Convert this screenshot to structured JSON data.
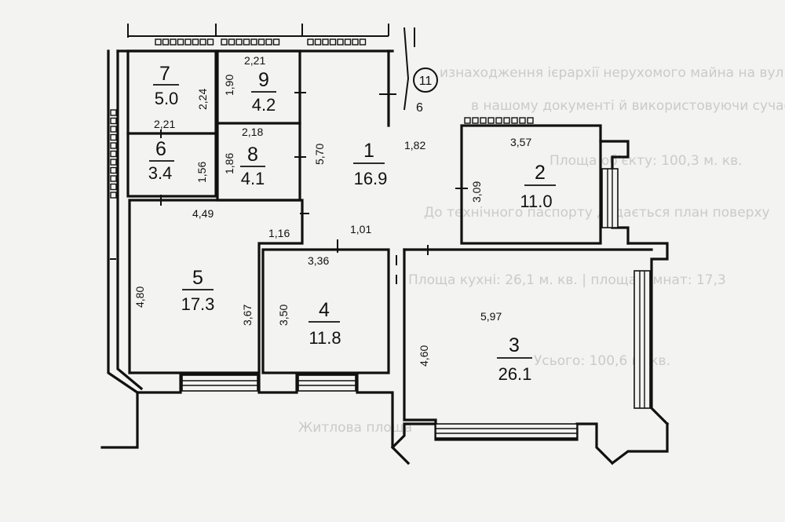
{
  "background_text": [
    "изнаходження ієрархії нерухомого майна на вул...",
    "в нашому документі й використовуючи сучасні міри",
    "Площа об'єкту: 100,3 м. кв.",
    "До технічного паспорту додається план поверху",
    "Площа кухні: 26,1 м. кв. | площа кімнат: 17,3",
    "Усього: 100,6 м. кв.",
    "Житлова площа"
  ],
  "marker_label": "11",
  "marker_side_text": "6",
  "rooms": [
    {
      "number": "1",
      "area": "16.9"
    },
    {
      "number": "2",
      "area": "11.0"
    },
    {
      "number": "3",
      "area": "26.1"
    },
    {
      "number": "4",
      "area": "11.8"
    },
    {
      "number": "5",
      "area": "17.3"
    },
    {
      "number": "6",
      "area": "3.4"
    },
    {
      "number": "7",
      "area": "5.0"
    },
    {
      "number": "8",
      "area": "4.1"
    },
    {
      "number": "9",
      "area": "4.2"
    }
  ],
  "dimensions": {
    "r7_depth": "2,24",
    "r6_width": "2,21",
    "r6_depth": "1,56",
    "r9_width": "2,21",
    "r9_depth": "1,90",
    "r8_width": "2,18",
    "r8_depth": "1,86",
    "r1_length": "5,70",
    "r1_width": "1,82",
    "r2_width": "3,57",
    "r2_depth": "3,09",
    "r5_width": "4,49",
    "r5_depth": "4,80",
    "r5_inner": "3,67",
    "hall_step": "1,16",
    "hall_width": "1,01",
    "r4_width": "3,36",
    "r4_depth": "3,50",
    "r3_width": "5,97",
    "r3_depth": "4,60"
  }
}
